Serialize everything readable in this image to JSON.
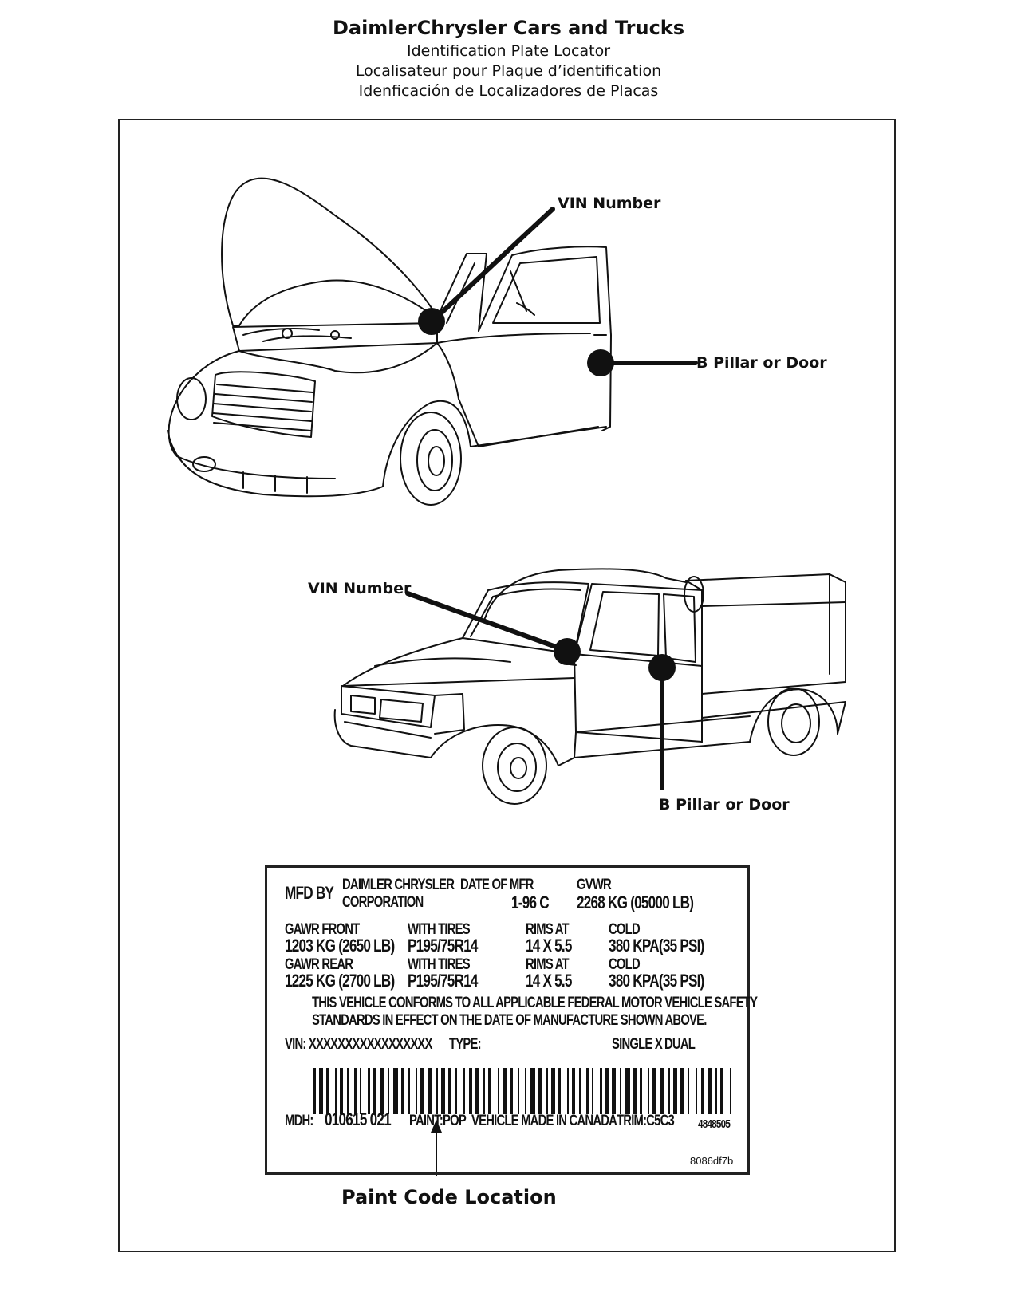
{
  "header": {
    "title": "DaimlerChrysler Cars and Trucks",
    "subtitle_en": "Identification Plate Locator",
    "subtitle_fr": "Localisateur pour Plaque d’identification",
    "subtitle_es": "Idenficación de Localizadores de Placas"
  },
  "callouts": {
    "car_vin": "VIN Number",
    "car_pillar": "B Pillar or Door",
    "truck_vin": "VIN Number",
    "truck_pillar": "B Pillar or Door"
  },
  "plate": {
    "mfd_by_label": "MFD BY",
    "mfd_line1": "DAIMLER CHRYSLER",
    "mfd_line2": "CORPORATION",
    "date_label": "DATE OF MFR",
    "date_value": "1-96 C",
    "gvwr_label": "GVWR",
    "gvwr_value": "2268 KG (05000 LB)",
    "front_label": "GAWR FRONT",
    "front_value": "1203 KG (2650 LB)",
    "front_tires_label": "WITH TIRES",
    "front_tires_value": "P195/75R14",
    "front_rims_label": "RIMS AT",
    "front_rims_value": "14 X 5.5",
    "front_cold_label": "COLD",
    "front_cold_value": "380 KPA(35  PSI)",
    "rear_label": "GAWR REAR",
    "rear_value": "1225 KG (2700 LB)",
    "rear_tires_label": "WITH TIRES",
    "rear_tires_value": "P195/75R14",
    "rear_rims_label": "RIMS AT",
    "rear_rims_value": "14 X 5.5",
    "rear_cold_label": "COLD",
    "rear_cold_value": "380 KPA(35  PSI)",
    "conform_line1": "THIS VEHICLE CONFORMS TO ALL APPLICABLE FEDERAL MOTOR VEHICLE SAFETY",
    "conform_line2": "STANDARDS IN EFFECT ON THE DATE OF MANUFACTURE SHOWN ABOVE.",
    "vin": "VIN: XXXXXXXXXXXXXXXXX",
    "type_label": "TYPE:",
    "single": "SINGLE X",
    "dual": "DUAL",
    "mdh": "MDH:",
    "mdh_value": "010615  021",
    "paint": "PAINT:POP",
    "made_in": "VEHICLE MADE IN CANADA",
    "trim": "TRIM:C5C3",
    "part_no": "4848505",
    "figure_id": "8086df7b"
  },
  "paint_code_label": "Paint Code Location"
}
